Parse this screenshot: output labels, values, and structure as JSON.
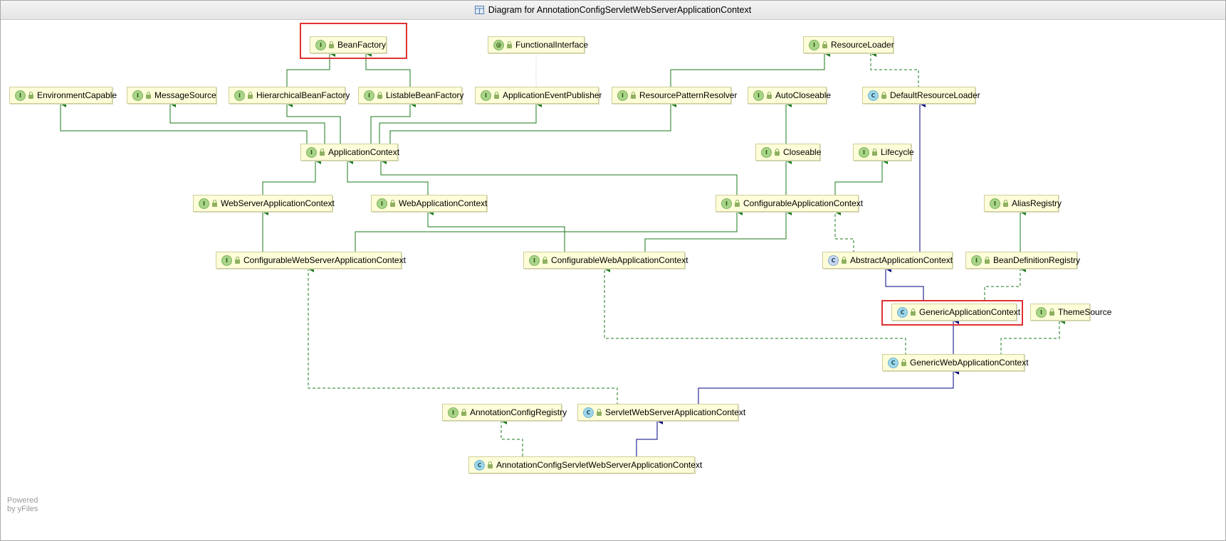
{
  "window": {
    "title": "Diagram for AnnotationConfigServletWebServerApplicationContext",
    "title_icon": "diagram-icon"
  },
  "footer": {
    "powered_by": "Powered by yFiles"
  },
  "colors": {
    "inherit_edge": "#1a7a1a",
    "class_extend_edge": "#000080",
    "highlight": "#e03030",
    "node_fill": "#fefdd9"
  },
  "legend_kinds": {
    "interface": "I",
    "class": "C",
    "annotation": "@"
  },
  "nodes": [
    {
      "id": "BeanFactory",
      "label": "BeanFactory",
      "kind": "interface",
      "highlighted": true
    },
    {
      "id": "FunctionalInterface",
      "label": "FunctionalInterface",
      "kind": "annotation"
    },
    {
      "id": "ResourceLoader",
      "label": "ResourceLoader",
      "kind": "interface"
    },
    {
      "id": "EnvironmentCapable",
      "label": "EnvironmentCapable",
      "kind": "interface"
    },
    {
      "id": "MessageSource",
      "label": "MessageSource",
      "kind": "interface"
    },
    {
      "id": "HierarchicalBeanFactory",
      "label": "HierarchicalBeanFactory",
      "kind": "interface"
    },
    {
      "id": "ListableBeanFactory",
      "label": "ListableBeanFactory",
      "kind": "interface"
    },
    {
      "id": "ApplicationEventPublisher",
      "label": "ApplicationEventPublisher",
      "kind": "interface"
    },
    {
      "id": "ResourcePatternResolver",
      "label": "ResourcePatternResolver",
      "kind": "interface"
    },
    {
      "id": "AutoCloseable",
      "label": "AutoCloseable",
      "kind": "interface"
    },
    {
      "id": "DefaultResourceLoader",
      "label": "DefaultResourceLoader",
      "kind": "class"
    },
    {
      "id": "ApplicationContext",
      "label": "ApplicationContext",
      "kind": "interface"
    },
    {
      "id": "Closeable",
      "label": "Closeable",
      "kind": "interface"
    },
    {
      "id": "Lifecycle",
      "label": "Lifecycle",
      "kind": "interface"
    },
    {
      "id": "WebServerApplicationContext",
      "label": "WebServerApplicationContext",
      "kind": "interface"
    },
    {
      "id": "WebApplicationContext",
      "label": "WebApplicationContext",
      "kind": "interface"
    },
    {
      "id": "ConfigurableApplicationContext",
      "label": "ConfigurableApplicationContext",
      "kind": "interface"
    },
    {
      "id": "AliasRegistry",
      "label": "AliasRegistry",
      "kind": "interface"
    },
    {
      "id": "ConfigurableWebServerApplicationContext",
      "label": "ConfigurableWebServerApplicationContext",
      "kind": "interface"
    },
    {
      "id": "ConfigurableWebApplicationContext",
      "label": "ConfigurableWebApplicationContext",
      "kind": "interface"
    },
    {
      "id": "AbstractApplicationContext",
      "label": "AbstractApplicationContext",
      "kind": "abstract"
    },
    {
      "id": "BeanDefinitionRegistry",
      "label": "BeanDefinitionRegistry",
      "kind": "interface"
    },
    {
      "id": "GenericApplicationContext",
      "label": "GenericApplicationContext",
      "kind": "class",
      "highlighted": true
    },
    {
      "id": "ThemeSource",
      "label": "ThemeSource",
      "kind": "interface"
    },
    {
      "id": "GenericWebApplicationContext",
      "label": "GenericWebApplicationContext",
      "kind": "class"
    },
    {
      "id": "AnnotationConfigRegistry",
      "label": "AnnotationConfigRegistry",
      "kind": "interface"
    },
    {
      "id": "ServletWebServerApplicationContext",
      "label": "ServletWebServerApplicationContext",
      "kind": "class"
    },
    {
      "id": "AnnotationConfigServletWebServerApplicationContext",
      "label": "AnnotationConfigServletWebServerApplicationContext",
      "kind": "class"
    }
  ]
}
